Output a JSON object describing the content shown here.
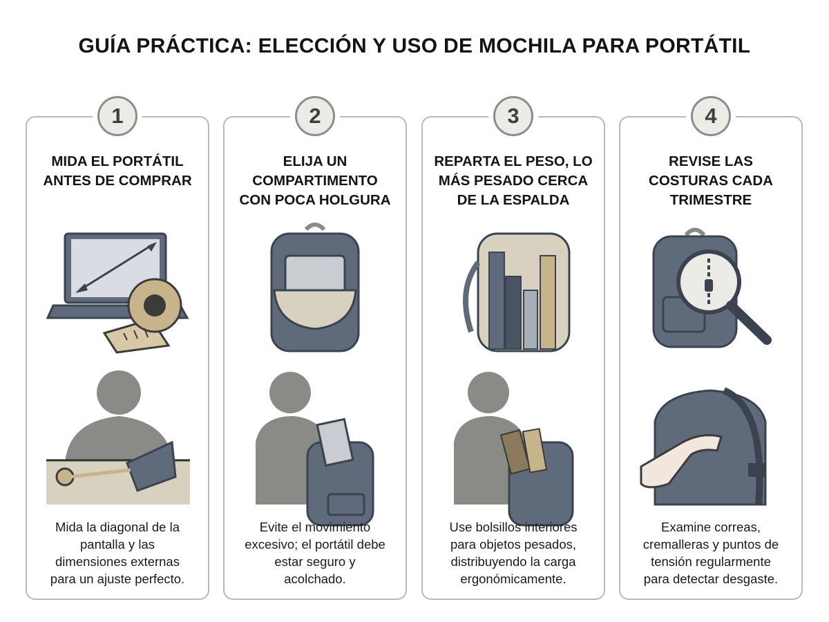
{
  "title": "GUÍA PRÁCTICA: ELECCIÓN Y USO DE MOCHILA PARA PORTÁTIL",
  "colors": {
    "card_border": "#b9b9b9",
    "badge_fill": "#ecebe6",
    "badge_border": "#8c8c8c",
    "backpack_slate": "#5f6b7a",
    "beige": "#d8d1c0",
    "person_gray": "#8a8a87"
  },
  "steps": [
    {
      "number": "1",
      "heading": "MIDA EL PORTÁTIL\nANTES DE COMPRAR",
      "description": "Mida la diagonal de la\npantalla y las\ndimensiones externas\npara un ajuste perfecto.",
      "icons": [
        "laptop-icon",
        "tape-measure-icon",
        "person-measuring-laptop-icon"
      ]
    },
    {
      "number": "2",
      "heading": "ELIJA UN\nCOMPARTIMENTO\nCON POCA HOLGURA",
      "description": "Evite el movimiento\nexcesivo; el portátil debe\nestar seguro y\nacolchado.",
      "icons": [
        "open-backpack-icon",
        "person-inserting-laptop-icon"
      ]
    },
    {
      "number": "3",
      "heading": "REPARTA EL PESO, LO\nMÁS PESADO CERCA\nDE LA ESPALDA",
      "description": "Use bolsillos interiores\npara objetos pesados,\ndistribuyendo la carga\nergonómicamente.",
      "icons": [
        "packed-backpack-icon",
        "person-packing-books-icon"
      ]
    },
    {
      "number": "4",
      "heading": "REVISE LAS\nCOSTURAS CADA\nTRIMESTRE",
      "description": "Examine correas,\ncremalleras y puntos de\ntensión regularmente\npara detectar desgaste.",
      "icons": [
        "backpack-magnifier-icon",
        "hand-checking-strap-icon"
      ]
    }
  ]
}
